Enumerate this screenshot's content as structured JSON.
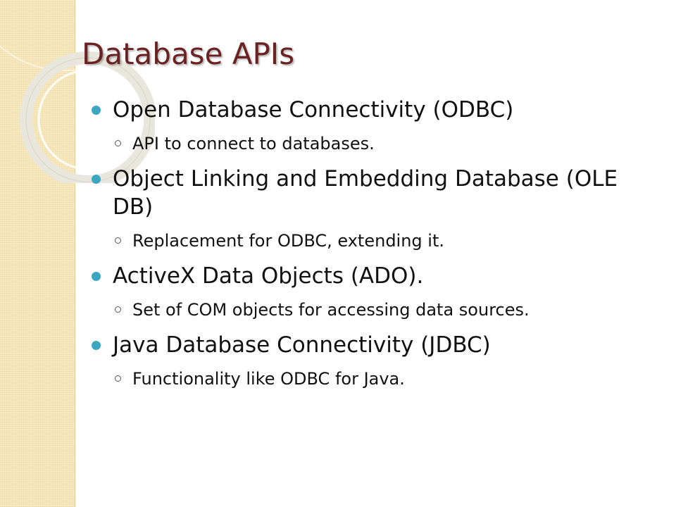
{
  "slide": {
    "title": "Database APIs",
    "accent_color": "#6b2222",
    "bullet_color": "#3aa6bf",
    "sidebar_color": "#f7e9bd",
    "items": [
      {
        "text": "Open Database Connectivity (ODBC)",
        "sub": "API to connect to databases."
      },
      {
        "text": "Object Linking and Embedding Database (OLE DB)",
        "sub": "Replacement for ODBC, extending it."
      },
      {
        "text": "ActiveX Data Objects (ADO).",
        "sub": "Set of COM objects for accessing data sources."
      },
      {
        "text": "Java Database Connectivity (JDBC)",
        "sub": "Functionality like ODBC for Java."
      }
    ]
  }
}
